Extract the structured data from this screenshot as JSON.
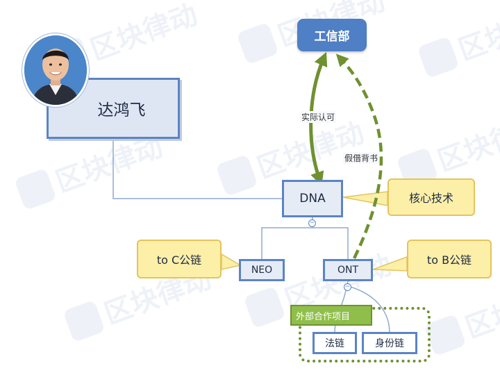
{
  "watermark": {
    "text": "区块律动"
  },
  "nodes": {
    "ministry": "工信部",
    "person": "达鸿飞",
    "dna": "DNA",
    "neo": "NEO",
    "ont": "ONT",
    "legal_chain": "法链",
    "identity_chain": "身份链",
    "partners": "外部合作项目"
  },
  "callouts": {
    "core": "核心技术",
    "to_c": "to C公链",
    "to_b": "to B公链"
  },
  "edge_labels": {
    "actual": "实际认可",
    "borrowed": "假借背书"
  },
  "colors": {
    "ministry_fill": "#4f7fc4",
    "node_border": "#5b84c4",
    "green_arrow": "#6f9130",
    "callout_fill": "#fcefa7"
  },
  "icons": {
    "collapse": "collapse-minus-icon"
  }
}
